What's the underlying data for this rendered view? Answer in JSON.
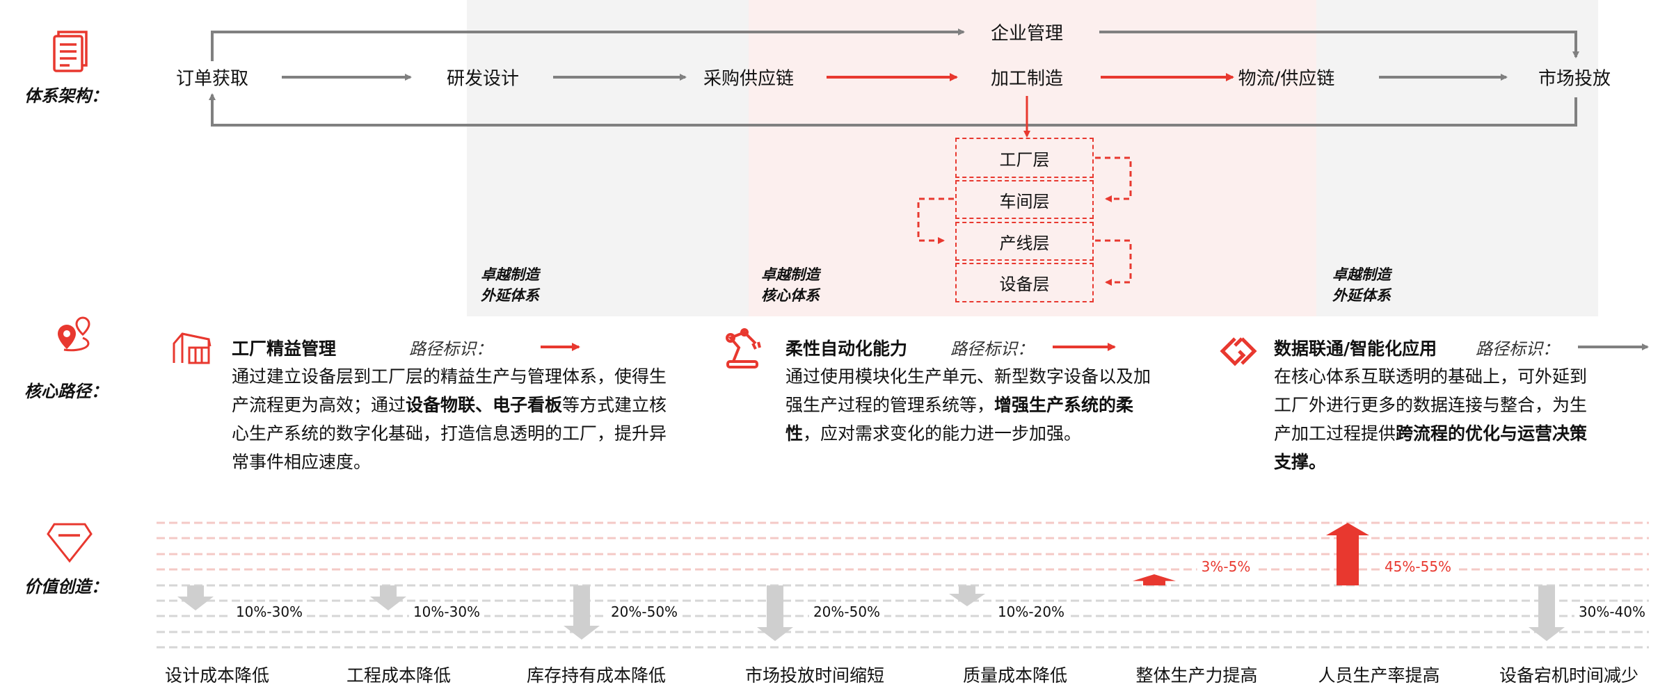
{
  "architecture": {
    "label": "体系架构：",
    "icon": "document-icon",
    "nodes": {
      "order": "订单获取",
      "rnd": "研发设计",
      "procurement": "采购供应链",
      "manufacturing": "加工制造",
      "logistics": "物流/供应链",
      "market": "市场投放",
      "enterprise": "企业管理"
    },
    "layers": [
      "工厂层",
      "车间层",
      "产线层",
      "设备层"
    ],
    "groups": [
      {
        "line1": "卓越制造",
        "line2": "外延体系"
      },
      {
        "line1": "卓越制造",
        "line2": "核心体系"
      },
      {
        "line1": "卓越制造",
        "line2": "外延体系"
      }
    ]
  },
  "core_path": {
    "label": "核心路径：",
    "icon": "map-pin-route-icon",
    "path_marker_label": "路径标识：",
    "columns": [
      {
        "icon": "factory-icon",
        "title": "工厂精益管理",
        "marker_color": "#e8382f",
        "body": [
          {
            "t": "通过建立设备层到工厂层的精益生产与管理体系，使得生产流程更为高效；通过",
            "b": false
          },
          {
            "t": "设备物联、电子看板",
            "b": true
          },
          {
            "t": "等方式建立核心生产系统的数字化基础，打造信息透明的工厂，提升异常事件相应速度。",
            "b": false
          }
        ]
      },
      {
        "icon": "robot-arm-icon",
        "title": "柔性自动化能力",
        "marker_color": "#e8382f",
        "body": [
          {
            "t": "通过使用模块化生产单元、新型数字设备以及加强生产过程的管理系统等，",
            "b": false
          },
          {
            "t": "增强生产系统的柔性",
            "b": true
          },
          {
            "t": "，应对需求变化的能力进一步加强。",
            "b": false
          }
        ]
      },
      {
        "icon": "data-link-icon",
        "title": "数据联通/智能化应用",
        "marker_color": "#808080",
        "body": [
          {
            "t": "在核心体系互联透明的基础上，可外延到工厂外进行更多的数据连接与整合，为生产加工过程提供",
            "b": false
          },
          {
            "t": "跨流程的优化与运营决策支撑。",
            "b": true
          }
        ]
      }
    ]
  },
  "value_creation": {
    "label": "价值创造：",
    "icon": "diamond-icon",
    "items": [
      {
        "label": "设计成本降低",
        "range": "10%-30%",
        "direction": "down"
      },
      {
        "label": "工程成本降低",
        "range": "10%-30%",
        "direction": "down"
      },
      {
        "label": "库存持有成本降低",
        "range": "20%-50%",
        "direction": "down"
      },
      {
        "label": "市场投放时间缩短",
        "range": "20%-50%",
        "direction": "down"
      },
      {
        "label": "质量成本降低",
        "range": "10%-20%",
        "direction": "down"
      },
      {
        "label": "整体生产力提高",
        "range": "3%-5%",
        "direction": "up"
      },
      {
        "label": "人员生产率提高",
        "range": "45%-55%",
        "direction": "up"
      },
      {
        "label": "设备宕机时间减少",
        "range": "30%-40%",
        "direction": "down"
      }
    ]
  },
  "colors": {
    "accent": "#e8382f",
    "gray": "#808080",
    "panel_gray": "#f3f3f3",
    "panel_pink": "#fcefee",
    "value_arrow_gray": "#cfcfcf"
  }
}
